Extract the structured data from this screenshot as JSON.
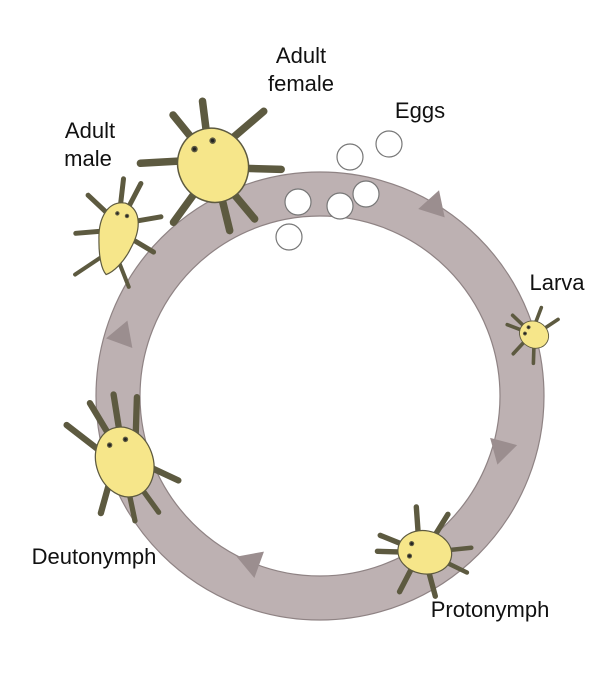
{
  "labels": {
    "adult_female_line1": "Adult",
    "adult_female_line2": "female",
    "eggs": "Eggs",
    "adult_male_line1": "Adult",
    "adult_male_line2": "male",
    "larva": "Larva",
    "deutonymph": "Deutonymph",
    "protonymph": "Protonymph"
  },
  "colors": {
    "background": "#ffffff",
    "ring": "#bdb1b2",
    "ring_stroke": "#8f8384",
    "arrow": "#9b8e8f",
    "mite_body": "#f6e68a",
    "mite_stroke": "#5d5a40",
    "egg_fill": "#ffffff",
    "egg_stroke": "#777777",
    "label": "#111111"
  },
  "stages": [
    {
      "name": "adult-female",
      "icon": "mite-icon"
    },
    {
      "name": "eggs",
      "icon": "egg-icon"
    },
    {
      "name": "larva",
      "icon": "mite-icon"
    },
    {
      "name": "protonymph",
      "icon": "mite-icon"
    },
    {
      "name": "deutonymph",
      "icon": "mite-icon"
    },
    {
      "name": "adult-male",
      "icon": "mite-icon"
    }
  ]
}
